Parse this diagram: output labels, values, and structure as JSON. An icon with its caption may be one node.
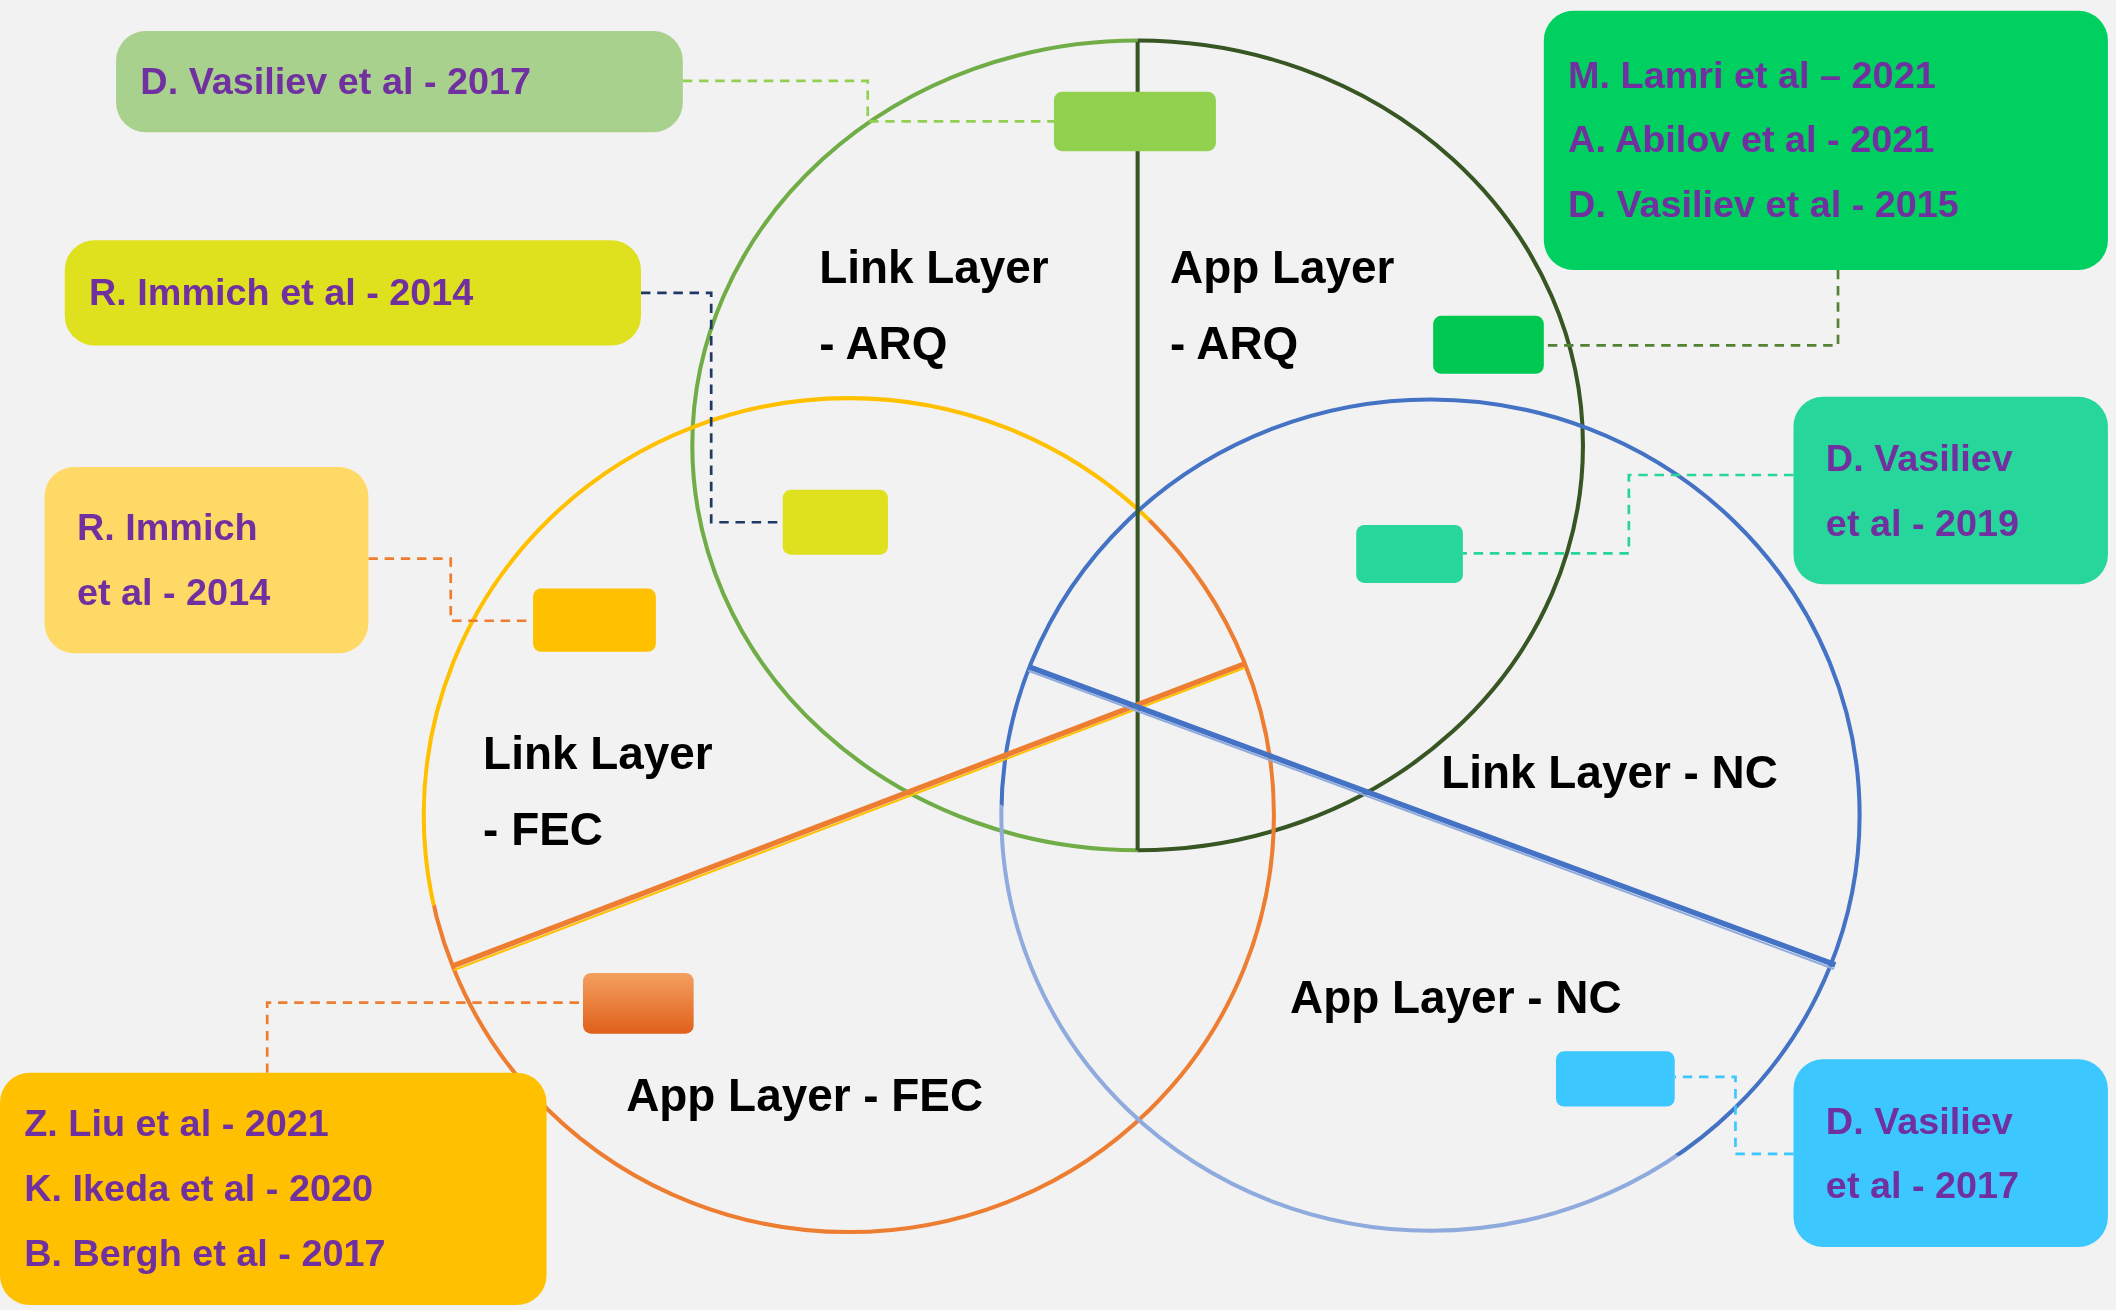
{
  "diagram": {
    "nodes": [
      {
        "text": [
          "D. Vasiliev et al - 2017"
        ]
      },
      {
        "text": [],
        "shape": "box"
      },
      {
        "text": [
          "R. Immich et al - 2014"
        ]
      },
      {
        "text": [],
        "shape": "box"
      },
      {
        "text": [
          "R. Immich et al - 2014"
        ]
      },
      {
        "text": [],
        "shape": "box"
      },
      {
        "text": [
          "M. Lamri et al – 2021",
          "A. Abilov et al - 2021",
          "D. Vasiliev et al - 2015"
        ]
      },
      {
        "text": [],
        "shape": "box"
      },
      {
        "text": [
          "D. Vasiliev et al - 2019"
        ]
      },
      {
        "text": [],
        "shape": "box"
      },
      {
        "text": [
          "Z. Liu et al - 2021",
          "K. Ikeda et al - 2020",
          "B. Bergh et al - 2017"
        ]
      },
      {
        "text": [],
        "shape": "box"
      },
      {
        "text": [
          "D. Vasiliev et al - 2017"
        ]
      },
      {
        "text": [],
        "shape": "box"
      }
    ],
    "edges": [
      {
        "from": 0,
        "to": 1,
        "arrow": "none",
        "style": "dashed",
        "color": "#92d050"
      },
      {
        "from": 2,
        "to": 3,
        "arrow": "none",
        "style": "dashed",
        "color": "#1f3864"
      },
      {
        "from": 4,
        "to": 5,
        "arrow": "none",
        "style": "dashed",
        "color": "#ed7d31"
      },
      {
        "from": 6,
        "to": 7,
        "arrow": "none",
        "style": "dashed",
        "color": "#548235"
      },
      {
        "from": 8,
        "to": 9,
        "arrow": "none",
        "style": "dashed",
        "color": "#26d69b"
      },
      {
        "from": 10,
        "to": 11,
        "arrow": "none",
        "style": "dashed",
        "color": "#ed7d31"
      },
      {
        "from": 12,
        "to": 13,
        "arrow": "none",
        "style": "dashed",
        "color": "#3cc8ff"
      }
    ],
    "labels": [
      "Link Layer - ARQ",
      "App Layer - ARQ",
      "Link Layer - FEC",
      "Link Layer - NC",
      "App Layer - NC",
      "App Layer - FEC"
    ]
  }
}
